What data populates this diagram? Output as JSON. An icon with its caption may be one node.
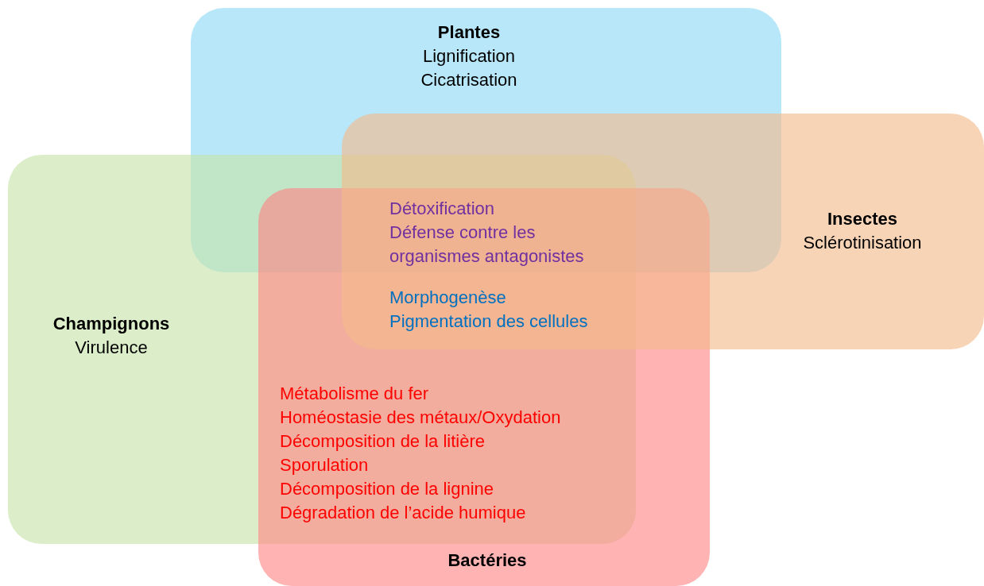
{
  "diagram": {
    "nodes": [
      {
        "text": [
          "Plantes",
          "Lignification",
          "Cicatrisation"
        ]
      },
      {
        "text": [
          "Insectes",
          "Sclérotinisation"
        ]
      },
      {
        "text": [
          "Champignons",
          "Virulence"
        ]
      },
      {
        "text": [
          "Bactéries"
        ]
      }
    ],
    "labels": [
      "Détoxification",
      "Défense contre les organismes antagonistes",
      "Morphogenèse",
      "Pigmentation des cellules",
      "Métabolisme du fer",
      "Homéostasie des métaux/Oxydation",
      "Décomposition de la litière",
      "Sporulation",
      "Décomposition de la lignine",
      "Dégradation de l’acide humique"
    ]
  }
}
